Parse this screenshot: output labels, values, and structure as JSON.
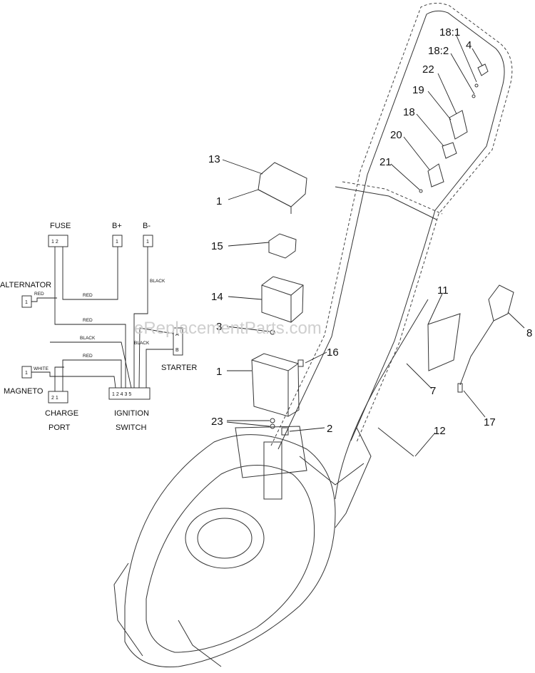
{
  "watermark": "eReplacementParts.com",
  "callouts": [
    "13",
    "1",
    "15",
    "14",
    "3",
    "1",
    "16",
    "23",
    "2",
    "11",
    "8",
    "7",
    "17",
    "12",
    "18:1",
    "4",
    "18:2",
    "22",
    "19",
    "18",
    "20",
    "21"
  ],
  "schematic": {
    "components": {
      "fuse": "FUSE",
      "b_plus": "B+",
      "b_minus": "B-",
      "alternator": "ALTERNATOR",
      "starter": "STARTER",
      "magneto": "MAGNETO",
      "charge_port_1": "CHARGE",
      "charge_port_2": "PORT",
      "ignition_1": "IGNITION",
      "ignition_2": "SWITCH"
    },
    "wires": [
      "RED",
      "RED",
      "BLACK",
      "RED",
      "WHITE",
      "BLACK",
      "BLACK",
      "RED"
    ],
    "pins": {
      "fuse": "1 2",
      "b_plus": "1",
      "b_minus": "1",
      "alternator": "1",
      "starter_a": "A",
      "starter_b": "B",
      "magneto": "1",
      "charge": "2 1",
      "ignition": "1 2 4 3 5"
    }
  }
}
